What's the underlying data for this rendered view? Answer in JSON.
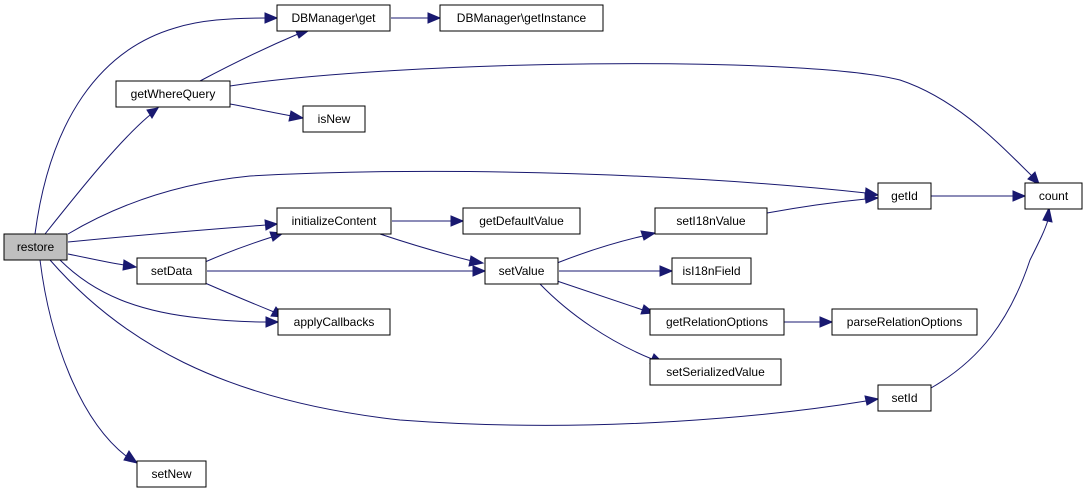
{
  "nodes": {
    "restore": "restore",
    "dbmanager_get": "DBManager\\get",
    "dbmanager_getinstance": "DBManager\\getInstance",
    "getwherequery": "getWhereQuery",
    "isnew": "isNew",
    "initializecontent": "initializeContent",
    "getdefaultvalue": "getDefaultValue",
    "seti18nvalue": "setI18nValue",
    "getid": "getId",
    "count": "count",
    "setdata": "setData",
    "setvalue": "setValue",
    "isi18nfield": "isI18nField",
    "applycallbacks": "applyCallbacks",
    "getrelationoptions": "getRelationOptions",
    "parserelationoptions": "parseRelationOptions",
    "setserializedvalue": "setSerializedValue",
    "setid": "setId",
    "setnew": "setNew"
  },
  "colors": {
    "edge": "#191970",
    "root_fill": "#bfbfbf",
    "node_fill": "#ffffff",
    "node_border": "#000000"
  }
}
